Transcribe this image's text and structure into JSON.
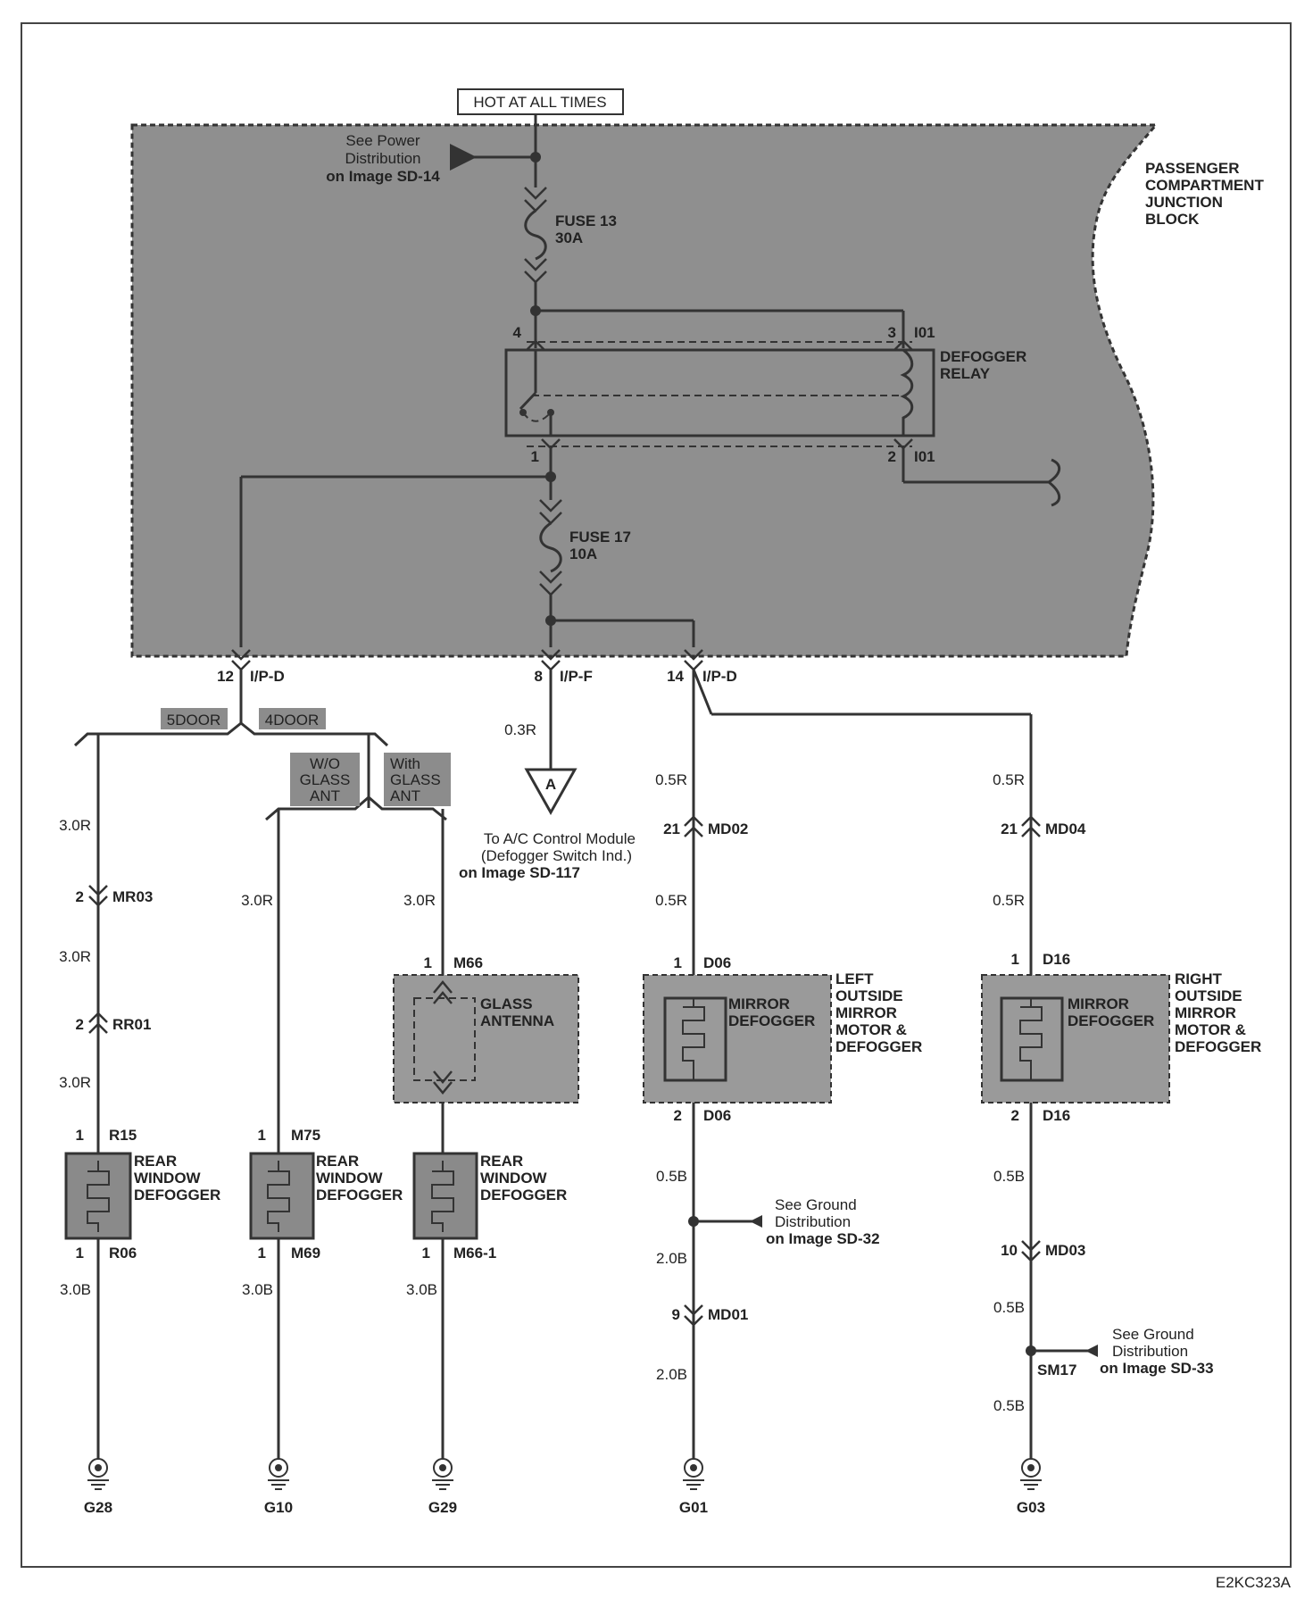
{
  "title_box": "HOT AT ALL TIMES",
  "junction_block": "PASSENGER\nCOMPARTMENT\nJUNCTION\nBLOCK",
  "power_ref": [
    "See Power",
    "Distribution",
    "on Image SD-14"
  ],
  "fuse13": [
    "FUSE 13",
    "30A"
  ],
  "fuse17": [
    "FUSE 17",
    "10A"
  ],
  "relay": {
    "label": [
      "DEFOGGER",
      "RELAY"
    ],
    "pins": {
      "p4": "4",
      "p3": "3",
      "p1": "1",
      "p2": "2",
      "conn_top": "I01",
      "conn_bot": "I01"
    }
  },
  "outputs": [
    {
      "pin": "12",
      "conn": "I/P-D"
    },
    {
      "pin": "8",
      "conn": "I/P-F"
    },
    {
      "pin": "14",
      "conn": "I/P-D"
    }
  ],
  "options": {
    "door5": "5DOOR",
    "door4": "4DOOR",
    "wo_glass": [
      "W/O",
      "GLASS",
      "ANT"
    ],
    "with_glass": [
      "With",
      "GLASS",
      "ANT"
    ]
  },
  "ac_ref": {
    "wire": "0.3R",
    "letter": "A",
    "lines": [
      "To A/C Control Module",
      "(Defogger Switch Ind.)",
      "on Image SD-117"
    ]
  },
  "col1": {
    "w1": "3.0R",
    "c1pin": "2",
    "c1": "MR03",
    "w2": "3.0R",
    "c2pin": "2",
    "c2": "RR01",
    "w3": "3.0R",
    "top_pin": "1",
    "top_conn": "R15",
    "label": [
      "REAR",
      "WINDOW",
      "DEFOGGER"
    ],
    "bot_pin": "1",
    "bot_conn": "R06",
    "w4": "3.0B",
    "ground": "G28"
  },
  "col2": {
    "w1": "3.0R",
    "top_pin": "1",
    "top_conn": "M75",
    "label": [
      "REAR",
      "WINDOW",
      "DEFOGGER"
    ],
    "bot_pin": "1",
    "bot_conn": "M69",
    "w4": "3.0B",
    "ground": "G10"
  },
  "col3": {
    "w1": "3.0R",
    "ant_pin": "1",
    "ant_conn": "M66",
    "ant_label": [
      "GLASS",
      "ANTENNA"
    ],
    "top_pin": "",
    "label": [
      "REAR",
      "WINDOW",
      "DEFOGGER"
    ],
    "bot_pin": "1",
    "bot_conn": "M66-1",
    "w4": "3.0B",
    "ground": "G29"
  },
  "col4": {
    "w1": "0.5R",
    "c1pin": "21",
    "c1": "MD02",
    "w2": "0.5R",
    "top_pin": "1",
    "top_conn": "D06",
    "inner": [
      "MIRROR",
      "DEFOGGER"
    ],
    "side": [
      "LEFT",
      "OUTSIDE",
      "MIRROR",
      "MOTOR &",
      "DEFOGGER"
    ],
    "bot_pin": "2",
    "bot_conn": "D06",
    "w3": "0.5B",
    "gref": [
      "See Ground",
      "Distribution",
      "on Image SD-32"
    ],
    "w4": "2.0B",
    "c2pin": "9",
    "c2": "MD01",
    "w5": "2.0B",
    "ground": "G01"
  },
  "col5": {
    "w1": "0.5R",
    "c1pin": "21",
    "c1": "MD04",
    "w2": "0.5R",
    "top_pin": "1",
    "top_conn": "D16",
    "inner": [
      "MIRROR",
      "DEFOGGER"
    ],
    "side": [
      "RIGHT",
      "OUTSIDE",
      "MIRROR",
      "MOTOR &",
      "DEFOGGER"
    ],
    "bot_pin": "2",
    "bot_conn": "D16",
    "w3": "0.5B",
    "c2pin": "10",
    "c2": "MD03",
    "w4": "0.5B",
    "splice": "SM17",
    "gref": [
      "See Ground",
      "Distribution",
      "on Image SD-33"
    ],
    "w5": "0.5B",
    "ground": "G03"
  },
  "doc_code": "E2KC323A"
}
